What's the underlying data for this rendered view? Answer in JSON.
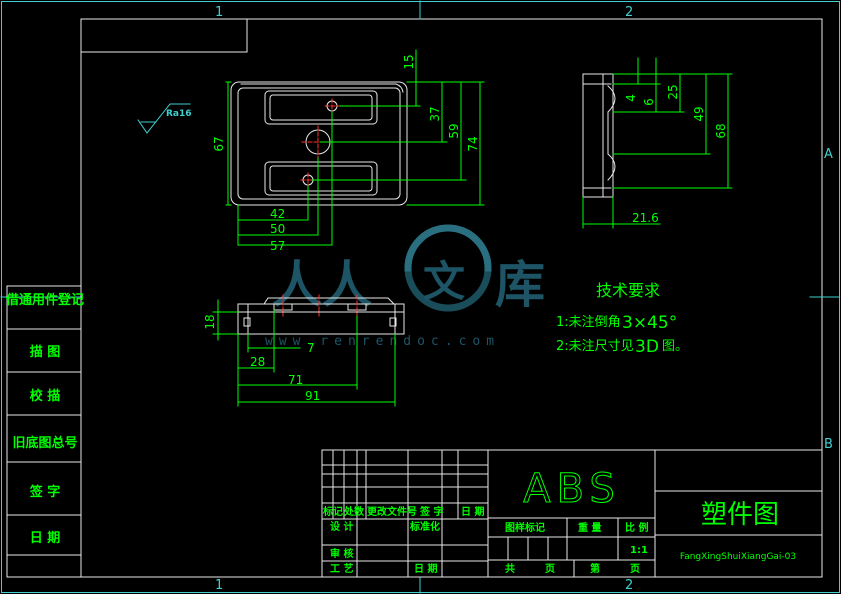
{
  "zones": {
    "top": [
      "1",
      "2"
    ],
    "bottom": [
      "1",
      "2"
    ],
    "right": [
      "A",
      "B"
    ]
  },
  "roughness": "Ra16",
  "dims": {
    "top_15": "15",
    "top_37": "37",
    "top_59": "59",
    "top_74": "74",
    "left_67": "67",
    "w42": "42",
    "w50": "50",
    "w57": "57",
    "side_4": "4",
    "side_6": "6",
    "side_25": "25",
    "side_49": "49",
    "side_68": "68",
    "side_216": "21.6",
    "front_18": "18",
    "front_7": "7",
    "front_28": "28",
    "front_71": "71",
    "front_91": "91"
  },
  "watermark": {
    "logo_left": "人人",
    "logo_char": "文",
    "logo_right": "库",
    "url": "www.renrendoc.com"
  },
  "tech": {
    "title": "技术要求",
    "line1_a": "1:未注倒角",
    "line1_b": "3×45°",
    "line2_a": "2:未注尺寸见",
    "line2_b": "3D",
    "line2_c": "图。"
  },
  "sidebar": [
    "借通用件登记",
    "描  图",
    "校  描",
    "旧底图总号",
    "签  字",
    "日  期"
  ],
  "title_block": {
    "material": "ABS",
    "drawing_name": "塑件图",
    "drawing_code": "FangXingShuiXiangGai-03",
    "hdr_mark": "标记",
    "hdr_count": "处数",
    "hdr_doc": "更改文件号",
    "hdr_sign": "签 字",
    "hdr_date": "日 期",
    "design": "设 计",
    "standard": "标准化",
    "review": "审 核",
    "process": "工 艺",
    "date2": "日 期",
    "stage_mark": "图样标记",
    "weight": "重 量",
    "scale": "比 例",
    "scale_value": "1:1",
    "total": "共",
    "sheets": "页",
    "sheet_no": "第",
    "sheets2": "页"
  }
}
